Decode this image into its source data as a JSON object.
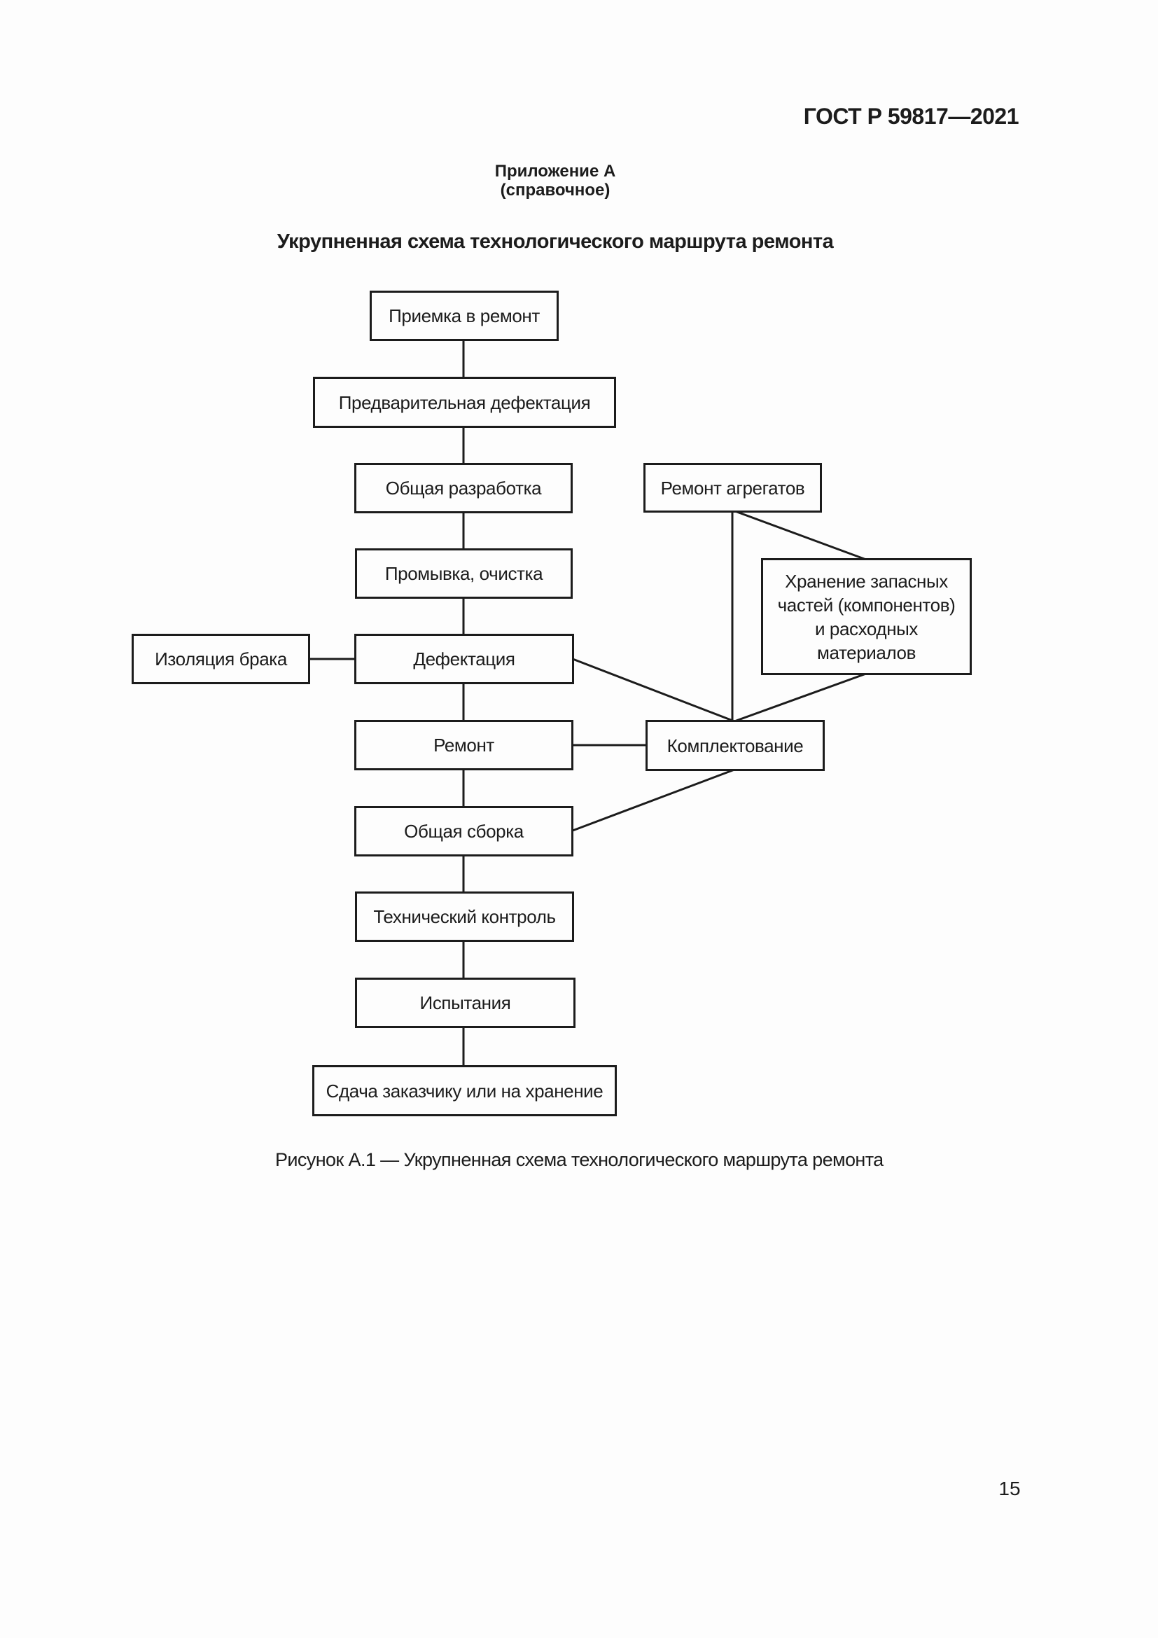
{
  "page": {
    "standard_code": "ГОСТ Р 59817—2021",
    "page_number": "15"
  },
  "appendix": {
    "label": "Приложение А",
    "type": "(справочное)",
    "heading": "Укрупненная схема технологического маршрута ремонта"
  },
  "figure": {
    "caption": "Рисунок А.1 — Укрупненная схема технологического маршрута ремонта"
  },
  "flowchart": {
    "nodes": {
      "acceptance": "Приемка в ремонт",
      "preliminary_defectation": "Предварительная дефектация",
      "general_disassembly": "Общая разработка",
      "unit_repair": "Ремонт агрегатов",
      "washing": "Промывка, очистка",
      "storage_lines": [
        "Хранение запасных",
        "частей (компонентов)",
        "и расходных",
        "материалов"
      ],
      "reject_isolation": "Изоляция брака",
      "defectation": "Дефектация",
      "repair": "Ремонт",
      "completing": "Комплектование",
      "general_assembly": "Общая сборка",
      "technical_control": "Технический контроль",
      "tests": "Испытания",
      "delivery": "Сдача заказчику или на хранение"
    },
    "edges": [
      {
        "from": "acceptance",
        "to": "preliminary_defectation"
      },
      {
        "from": "preliminary_defectation",
        "to": "general_disassembly"
      },
      {
        "from": "general_disassembly",
        "to": "washing"
      },
      {
        "from": "washing",
        "to": "defectation"
      },
      {
        "from": "reject_isolation",
        "to": "defectation"
      },
      {
        "from": "defectation",
        "to": "repair"
      },
      {
        "from": "defectation",
        "to": "completing"
      },
      {
        "from": "unit_repair",
        "to": "completing"
      },
      {
        "from": "unit_repair",
        "to": "storage"
      },
      {
        "from": "storage",
        "to": "completing"
      },
      {
        "from": "repair",
        "to": "completing"
      },
      {
        "from": "repair",
        "to": "general_assembly"
      },
      {
        "from": "completing",
        "to": "general_assembly"
      },
      {
        "from": "general_assembly",
        "to": "technical_control"
      },
      {
        "from": "technical_control",
        "to": "tests"
      },
      {
        "from": "tests",
        "to": "delivery"
      }
    ]
  },
  "colors": {
    "ink": "#1c1c1c",
    "paper": "#fdfdfd"
  }
}
